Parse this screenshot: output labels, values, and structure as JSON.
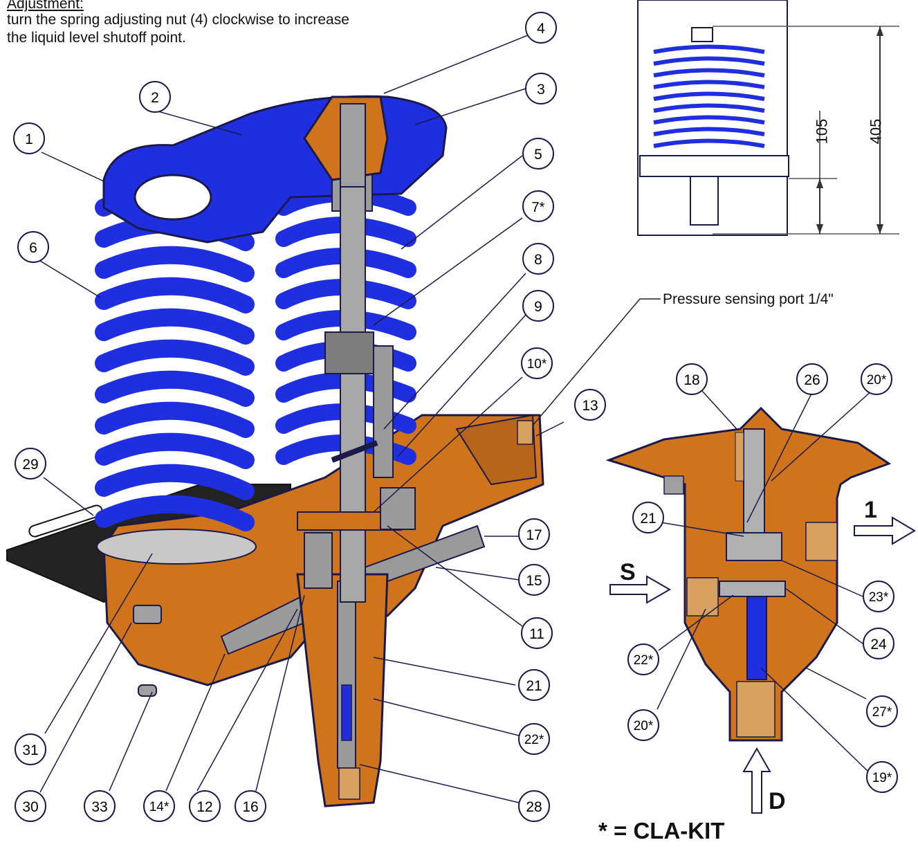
{
  "adjustment": {
    "title": "Adjustment:",
    "line1": "turn the spring adjusting nut (4) clockwise to increase",
    "line2": "the liquid level shutoff point."
  },
  "pressure_port_label": "Pressure sensing port  1/4\"",
  "kit_note": "* = CLA-KIT",
  "flow_labels": {
    "supply": "S",
    "outlet": "1",
    "drain": "D"
  },
  "dimensions": {
    "lower": "105",
    "overall": "405"
  },
  "callouts": {
    "c1": "1",
    "c2": "2",
    "c3": "3",
    "c4": "4",
    "c5": "5",
    "c6": "6",
    "c7": "7*",
    "c8": "8",
    "c9": "9",
    "c10": "10*",
    "c11": "11",
    "c12": "12",
    "c13": "13",
    "c14": "14*",
    "c15": "15",
    "c16": "16",
    "c17": "17",
    "c21a": "21",
    "c22a": "22*",
    "c28": "28",
    "c29": "29",
    "c30": "30",
    "c31": "31",
    "c33": "33",
    "d18": "18",
    "d26": "26",
    "d20a": "20*",
    "d21": "21",
    "d23": "23*",
    "d24": "24",
    "d22": "22*",
    "d20b": "20*",
    "d27": "27*",
    "d19": "19*"
  },
  "colors": {
    "spring_blue": "#1f2fe0",
    "body_orange": "#cf741c",
    "section_gray": "#9a9a9a",
    "outline": "#1a1a4a",
    "bracket": "#222222"
  }
}
